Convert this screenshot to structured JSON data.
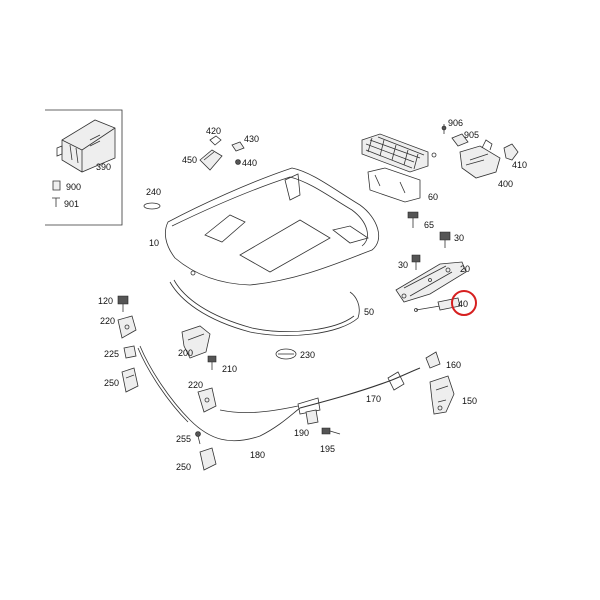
{
  "diagram": {
    "labels": {
      "p390": "390",
      "p900": "900",
      "p901": "901",
      "p420": "420",
      "p430": "430",
      "p440": "440",
      "p450": "450",
      "p240": "240",
      "p10": "10",
      "p906": "906",
      "p905": "905",
      "p410": "410",
      "p400": "400",
      "p60": "60",
      "p65": "65",
      "p30a": "30",
      "p30b": "30",
      "p20": "20",
      "p40": "40",
      "p50": "50",
      "p120": "120",
      "p220a": "220",
      "p225": "225",
      "p250a": "250",
      "p200": "200",
      "p210": "210",
      "p230": "230",
      "p160": "160",
      "p150": "150",
      "p170": "170",
      "p220b": "220",
      "p190": "190",
      "p195": "195",
      "p255": "255",
      "p250b": "250",
      "p180": "180"
    },
    "highlight_color": "#d62020",
    "line_color": "#333333"
  }
}
